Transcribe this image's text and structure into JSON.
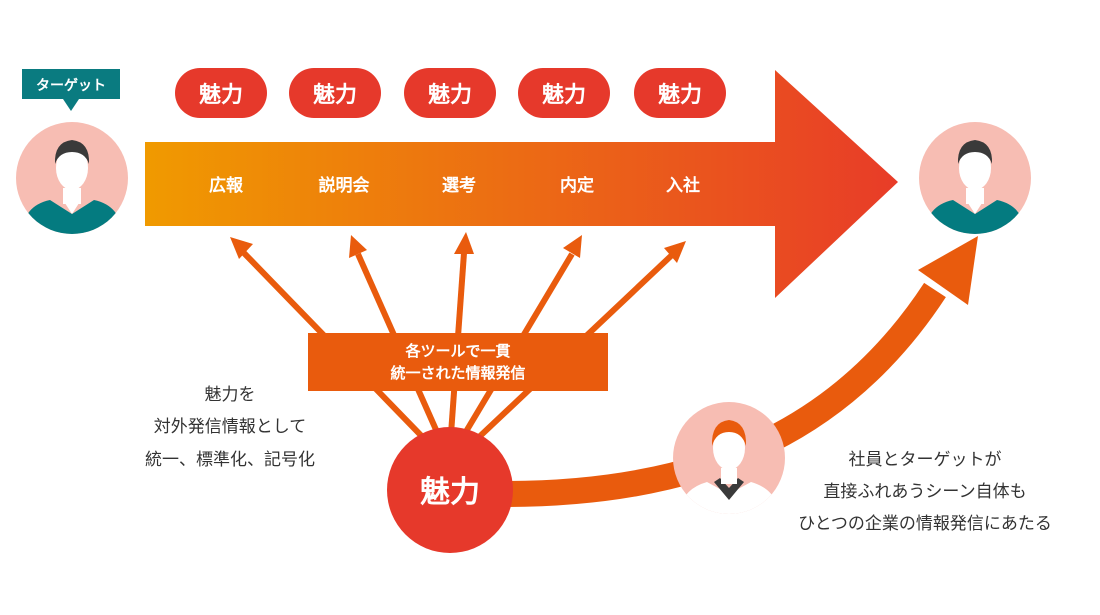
{
  "target_label": "ターゲット",
  "charms": [
    "魅力",
    "魅力",
    "魅力",
    "魅力",
    "魅力"
  ],
  "stages": [
    "広報",
    "説明会",
    "選考",
    "内定",
    "入社"
  ],
  "tool_box": {
    "line1": "各ツールで一貫",
    "line2": "統一された情報発信"
  },
  "center_charm": "魅力",
  "left_note": {
    "line1": "魅力を",
    "line2": "対外発信情報として",
    "line3": "統一、標準化、記号化"
  },
  "right_note": {
    "line1": "社員とターゲットが",
    "line2": "直接ふれあうシーン自体も",
    "line3": "ひとつの企業の情報発信にあたる"
  },
  "colors": {
    "arrow_start": "#F09A00",
    "arrow_end": "#E83C28",
    "charm_red": "#E6392B",
    "orange": "#E95B0D",
    "target_badge": "#0A7B80",
    "skin_bg": "#F7BDB3",
    "shirt_teal": "#047B80",
    "hair": "#3A3A3A",
    "text_dark": "#333333"
  }
}
